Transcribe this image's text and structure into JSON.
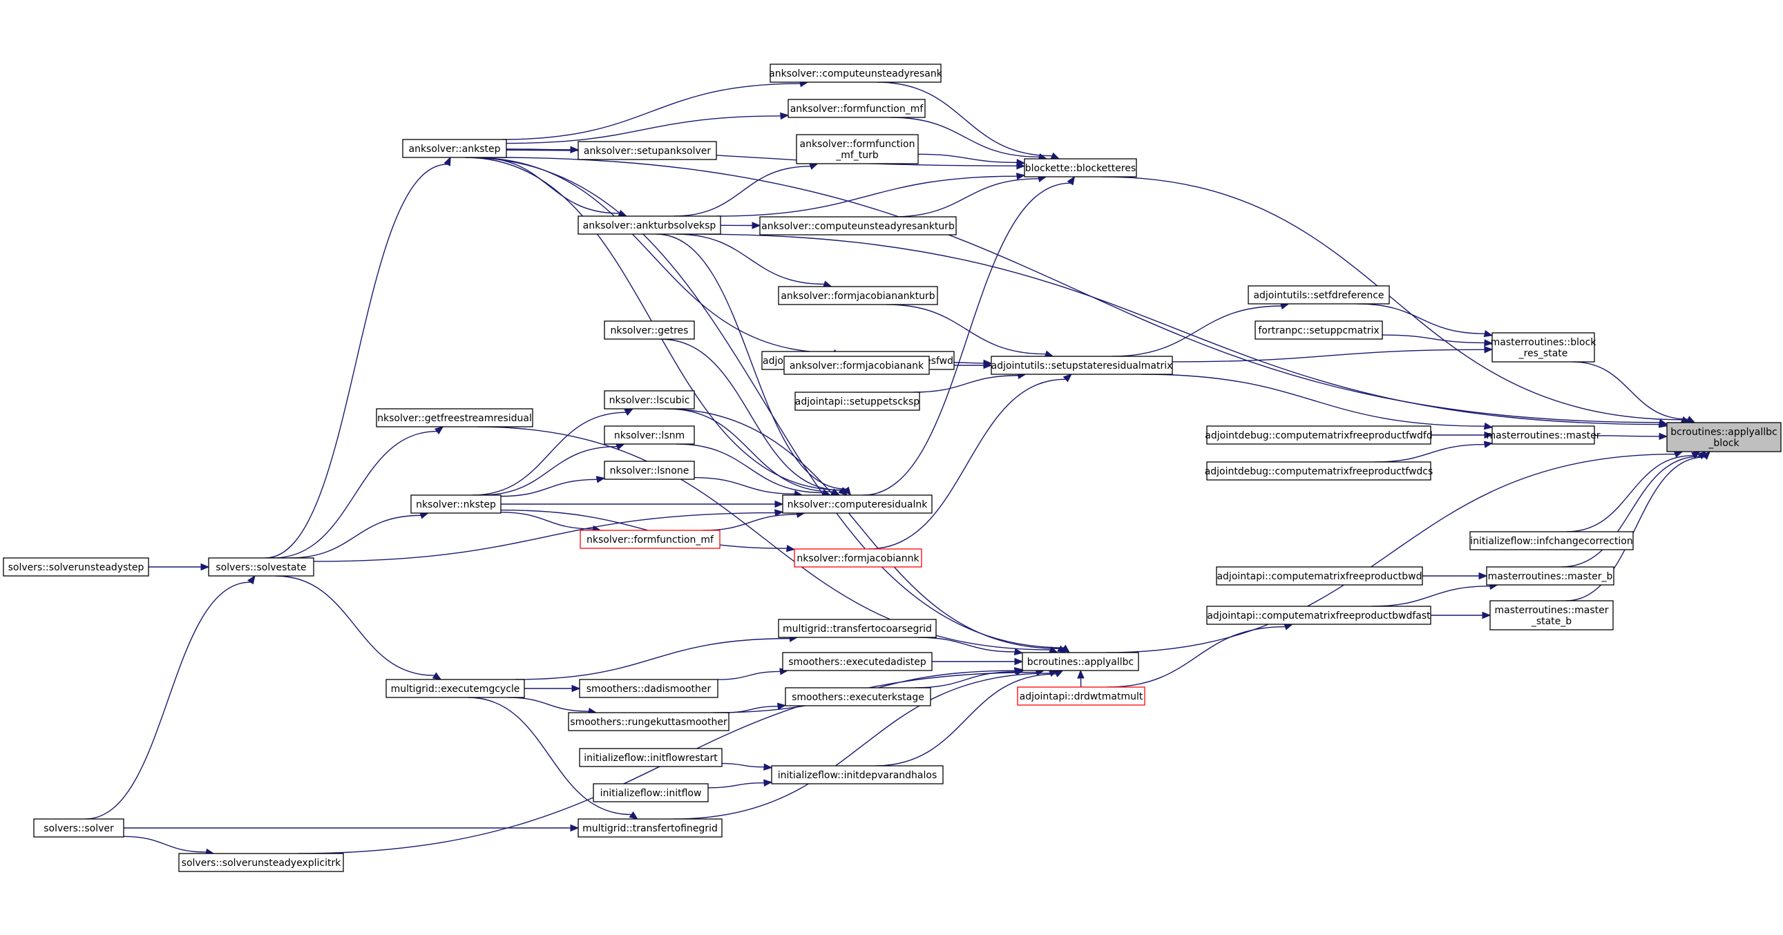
{
  "graph": {
    "root": "bcroutines::applyallbc_block",
    "nodes": [
      {
        "id": "root",
        "lines": [
          "bcroutines::applyallbc",
          "_block"
        ],
        "style": "root"
      },
      {
        "id": "bt",
        "lines": [
          "blockette::blocketteres"
        ],
        "style": "normal"
      },
      {
        "id": "mrblk",
        "lines": [
          "masterroutines::block",
          "_res_state"
        ],
        "style": "normal"
      },
      {
        "id": "mrm",
        "lines": [
          "masterroutines::master"
        ],
        "style": "normal"
      },
      {
        "id": "ifc",
        "lines": [
          "initializeflow::infchangecorrection"
        ],
        "style": "normal"
      },
      {
        "id": "mrb",
        "lines": [
          "masterroutines::master_b"
        ],
        "style": "normal"
      },
      {
        "id": "mrsb",
        "lines": [
          "masterroutines::master",
          "_state_b"
        ],
        "style": "normal"
      },
      {
        "id": "abc",
        "lines": [
          "bcroutines::applyallbc"
        ],
        "style": "normal"
      },
      {
        "id": "anks",
        "lines": [
          "anksolver::ankstep"
        ],
        "style": "normal"
      },
      {
        "id": "atv",
        "lines": [
          "anksolver::ankturbsolveksp"
        ],
        "style": "normal"
      },
      {
        "id": "cur",
        "lines": [
          "anksolver::computeunsteadyresank"
        ],
        "style": "normal"
      },
      {
        "id": "ffmf",
        "lines": [
          "anksolver::formfunction_mf"
        ],
        "style": "normal"
      },
      {
        "id": "sps",
        "lines": [
          "anksolver::setupanksolver"
        ],
        "style": "normal"
      },
      {
        "id": "fft",
        "lines": [
          "anksolver::formfunction",
          "_mf_turb"
        ],
        "style": "normal"
      },
      {
        "id": "curt",
        "lines": [
          "anksolver::computeunsteadyresankturb"
        ],
        "style": "normal"
      },
      {
        "id": "setfd",
        "lines": [
          "adjointutils::setfdreference"
        ],
        "style": "normal"
      },
      {
        "id": "fpc",
        "lines": [
          "fortranpc::setuppcmatrix"
        ],
        "style": "normal"
      },
      {
        "id": "ssrm",
        "lines": [
          "adjointutils::setupstateresidualmatrix"
        ],
        "style": "normal"
      },
      {
        "id": "fjat",
        "lines": [
          "anksolver::formjacobianankturb"
        ],
        "style": "normal"
      },
      {
        "id": "sarm",
        "lines": [
          "adjointapi::setupallresidualmatricesfwd"
        ],
        "style": "normal"
      },
      {
        "id": "fja",
        "lines": [
          "anksolver::formjacobianank"
        ],
        "style": "normal"
      },
      {
        "id": "spks",
        "lines": [
          "adjointapi::setuppetscksp"
        ],
        "style": "normal"
      },
      {
        "id": "cmfd",
        "lines": [
          "adjointdebug::computematrixfreeproductfwdfd"
        ],
        "style": "normal"
      },
      {
        "id": "cmfc",
        "lines": [
          "adjointdebug::computematrixfreeproductfwdcs"
        ],
        "style": "normal"
      },
      {
        "id": "cmb",
        "lines": [
          "adjointapi::computematrixfreeproductbwd"
        ],
        "style": "normal"
      },
      {
        "id": "cmbf",
        "lines": [
          "adjointapi::computematrixfreeproductbwdfast"
        ],
        "style": "normal"
      },
      {
        "id": "drd",
        "lines": [
          "adjointapi::drdwtmatmult"
        ],
        "style": "red"
      },
      {
        "id": "getres",
        "lines": [
          "nksolver::getres"
        ],
        "style": "normal"
      },
      {
        "id": "gfr",
        "lines": [
          "nksolver::getfreestreamresidual"
        ],
        "style": "normal"
      },
      {
        "id": "lsc",
        "lines": [
          "nksolver::lscubic"
        ],
        "style": "normal"
      },
      {
        "id": "lsnm",
        "lines": [
          "nksolver::lsnm"
        ],
        "style": "normal"
      },
      {
        "id": "lsn",
        "lines": [
          "nksolver::lsnone"
        ],
        "style": "normal"
      },
      {
        "id": "nks",
        "lines": [
          "nksolver::nkstep"
        ],
        "style": "normal"
      },
      {
        "id": "nkff",
        "lines": [
          "nksolver::formfunction_mf"
        ],
        "style": "red"
      },
      {
        "id": "crnk",
        "lines": [
          "nksolver::computeresidualnk"
        ],
        "style": "normal"
      },
      {
        "id": "fjnk",
        "lines": [
          "nksolver::formjacobiannk"
        ],
        "style": "red"
      },
      {
        "id": "sus",
        "lines": [
          "solvers::solverunsteadystep"
        ],
        "style": "normal"
      },
      {
        "id": "ss",
        "lines": [
          "solvers::solvestate"
        ],
        "style": "normal"
      },
      {
        "id": "tcg",
        "lines": [
          "multigrid::transfertocoarsegrid"
        ],
        "style": "normal"
      },
      {
        "id": "emg",
        "lines": [
          "multigrid::executemgcycle"
        ],
        "style": "normal"
      },
      {
        "id": "eds",
        "lines": [
          "smoothers::executedadistep"
        ],
        "style": "normal"
      },
      {
        "id": "dds",
        "lines": [
          "smoothers::dadismoother"
        ],
        "style": "normal"
      },
      {
        "id": "ers",
        "lines": [
          "smoothers::executerkstage"
        ],
        "style": "normal"
      },
      {
        "id": "rks",
        "lines": [
          "smoothers::rungekuttasmoother"
        ],
        "style": "normal"
      },
      {
        "id": "ifr",
        "lines": [
          "initializeflow::initflowrestart"
        ],
        "style": "normal"
      },
      {
        "id": "if",
        "lines": [
          "initializeflow::initflow"
        ],
        "style": "normal"
      },
      {
        "id": "idv",
        "lines": [
          "initializeflow::initdepvarandhalos"
        ],
        "style": "normal"
      },
      {
        "id": "sol",
        "lines": [
          "solvers::solver"
        ],
        "style": "normal"
      },
      {
        "id": "tfg",
        "lines": [
          "multigrid::transfertofinegrid"
        ],
        "style": "normal"
      },
      {
        "id": "suex",
        "lines": [
          "solvers::solverunsteadyexplicitrk"
        ],
        "style": "normal"
      }
    ]
  }
}
